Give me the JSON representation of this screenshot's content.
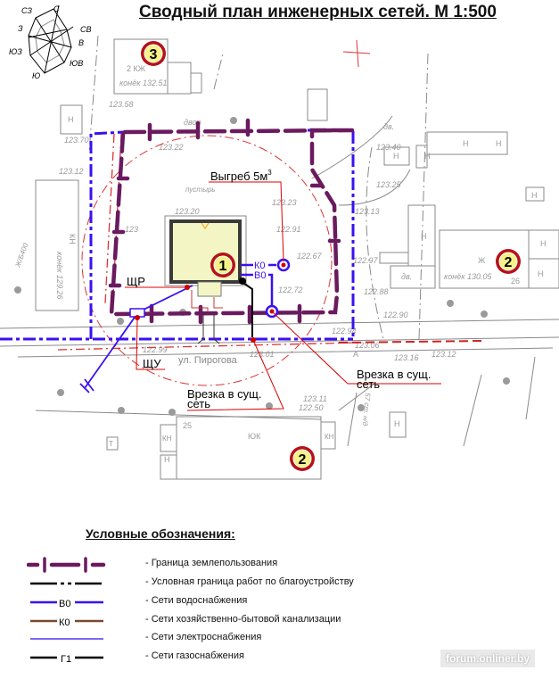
{
  "title": "Сводный план инженерных сетей. М 1:500",
  "wind_rose": {
    "directions": [
      "С",
      "СВ",
      "В",
      "ЮВ",
      "Ю",
      "ЮЗ",
      "З",
      "СЗ"
    ]
  },
  "markers": [
    {
      "label": "1"
    },
    {
      "label": "2"
    },
    {
      "label": "2"
    },
    {
      "label": "3"
    }
  ],
  "plan_labels": {
    "vygreb": "Выгреб 5м",
    "vygreb_sup": "3",
    "k0": "К0",
    "b0": "В0",
    "shr": "ЩР",
    "shu": "ЩУ",
    "vrezka1_line1": "Врезка в сущ.",
    "vrezka1_line2": "сеть",
    "vrezka2_line1": "Врезка в сущ.",
    "vrezka2_line2": "сеть",
    "street": "ул. Пирогова",
    "dvor": "двор",
    "pustyr": "пустырь"
  },
  "base_map": {
    "b3_name": "2 КЖ",
    "b3_ridge": "конёк 132.51",
    "b2_name": "Ж",
    "b2_ridge": "конёк 130.05",
    "b2_num": "26",
    "kn_left": "КН",
    "kn_left_ridge": "конёк 129.26",
    "yuk": "ЮК",
    "yuk_num": "25",
    "h": "Н",
    "kn": "КН",
    "t": "Т",
    "a": "А",
    "dv": "дв.",
    "elev": [
      "123.58",
      "123.70",
      "123.22",
      "123.12",
      "123.20",
      "123",
      "122.91",
      "123.23",
      "122.67",
      "122.72",
      "122.94",
      "122.99",
      "123.01",
      "123.40",
      "123.25",
      "123.13",
      "122.97",
      "122.88",
      "122.90",
      "123.06",
      "123.12",
      "123.16",
      "122.50",
      "123.11"
    ],
    "pipe_left": "Ж/Б400",
    "pipe_r": "57 ст. н/д"
  },
  "legend": {
    "title": "Условные обозначения:",
    "items": [
      {
        "label": "- Граница землепользования"
      },
      {
        "label": "- Условная граница работ по благоустройству"
      },
      {
        "code": "В0",
        "label": "- Сети водоснабжения"
      },
      {
        "code": "К0",
        "label": "- Сети хозяйственно-бытовой канализации"
      },
      {
        "label": "- Сети электроснабжения"
      },
      {
        "code": "Г1",
        "label": "- Сети газоснабжения"
      }
    ]
  },
  "colors": {
    "boundary": "#6a1a5e",
    "works": "#3a10f0",
    "water": "#3a10f0",
    "sewer": "#7a4a2e",
    "power": "#5533ee",
    "gas": "#000000",
    "marker_ring": "#b5121b",
    "marker_fill": "#f5f28a",
    "building_fill": "#f3f6c4"
  },
  "watermark": "forum.onliner.by"
}
